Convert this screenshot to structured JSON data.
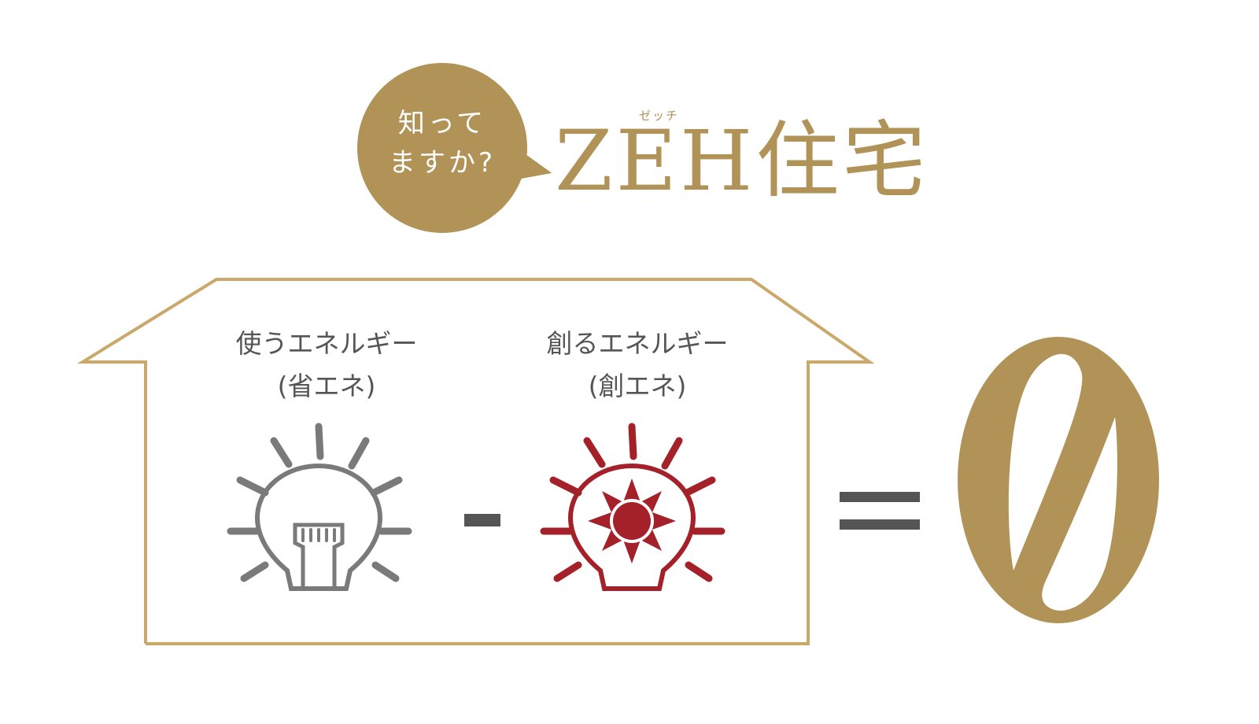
{
  "colors": {
    "gold": "#b19257",
    "text_gray": "#555555",
    "bulb_gray": "#7a7a7a",
    "bulb_red": "#a5212a",
    "background": "#ffffff"
  },
  "bubble": {
    "line1": "知って",
    "line2": "ますか?"
  },
  "title": {
    "text": "ZEH住宅",
    "ruby": "ゼッチ"
  },
  "house": {
    "left_item": {
      "label_line1": "使うエネルギー",
      "label_line2": "(省エネ)",
      "icon": "lightbulb-icon"
    },
    "operator": "-",
    "right_item": {
      "label_line1": "創るエネルギー",
      "label_line2": "(創エネ)",
      "icon": "solar-lightbulb-icon"
    }
  },
  "equation": {
    "equals": "=",
    "result": "0"
  }
}
